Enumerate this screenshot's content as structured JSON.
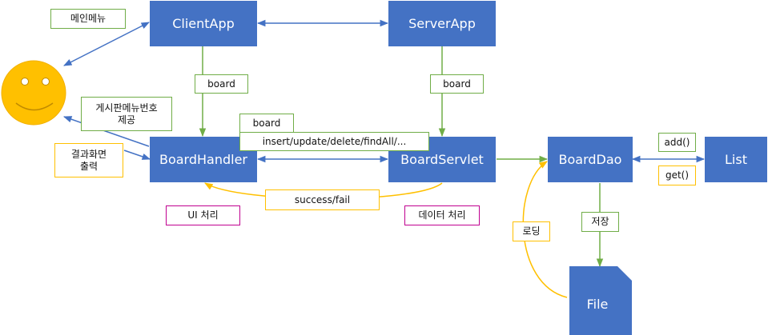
{
  "colors": {
    "box_fill": "#4472c4",
    "box_text": "#ffffff",
    "smiley_fill": "#ffc000",
    "green_arrow": "#70ad47",
    "yellow_arrow": "#ffc000",
    "blue_arrow": "#4472c4",
    "ui_label_border": "#c00090"
  },
  "actor": {
    "icon": "smiley-face-icon"
  },
  "nodes": {
    "client_app": "ClientApp",
    "server_app": "ServerApp",
    "board_handler": "BoardHandler",
    "board_servlet": "BoardServlet",
    "board_dao": "BoardDao",
    "list": "List",
    "file": "File"
  },
  "labels": {
    "main_menu": "메인메뉴",
    "board_menu_number": "게시판메뉴번호\n제공",
    "result_output": "결과화면\n출력",
    "board_client": "board",
    "board_server": "board",
    "board_top": "board",
    "operations": "insert/update/delete/findAll/...",
    "success_fail": "success/fail",
    "ui_processing": "UI 처리",
    "data_processing": "데이터 처리",
    "add": "add()",
    "get": "get()",
    "save": "저장",
    "loading": "로딩"
  }
}
